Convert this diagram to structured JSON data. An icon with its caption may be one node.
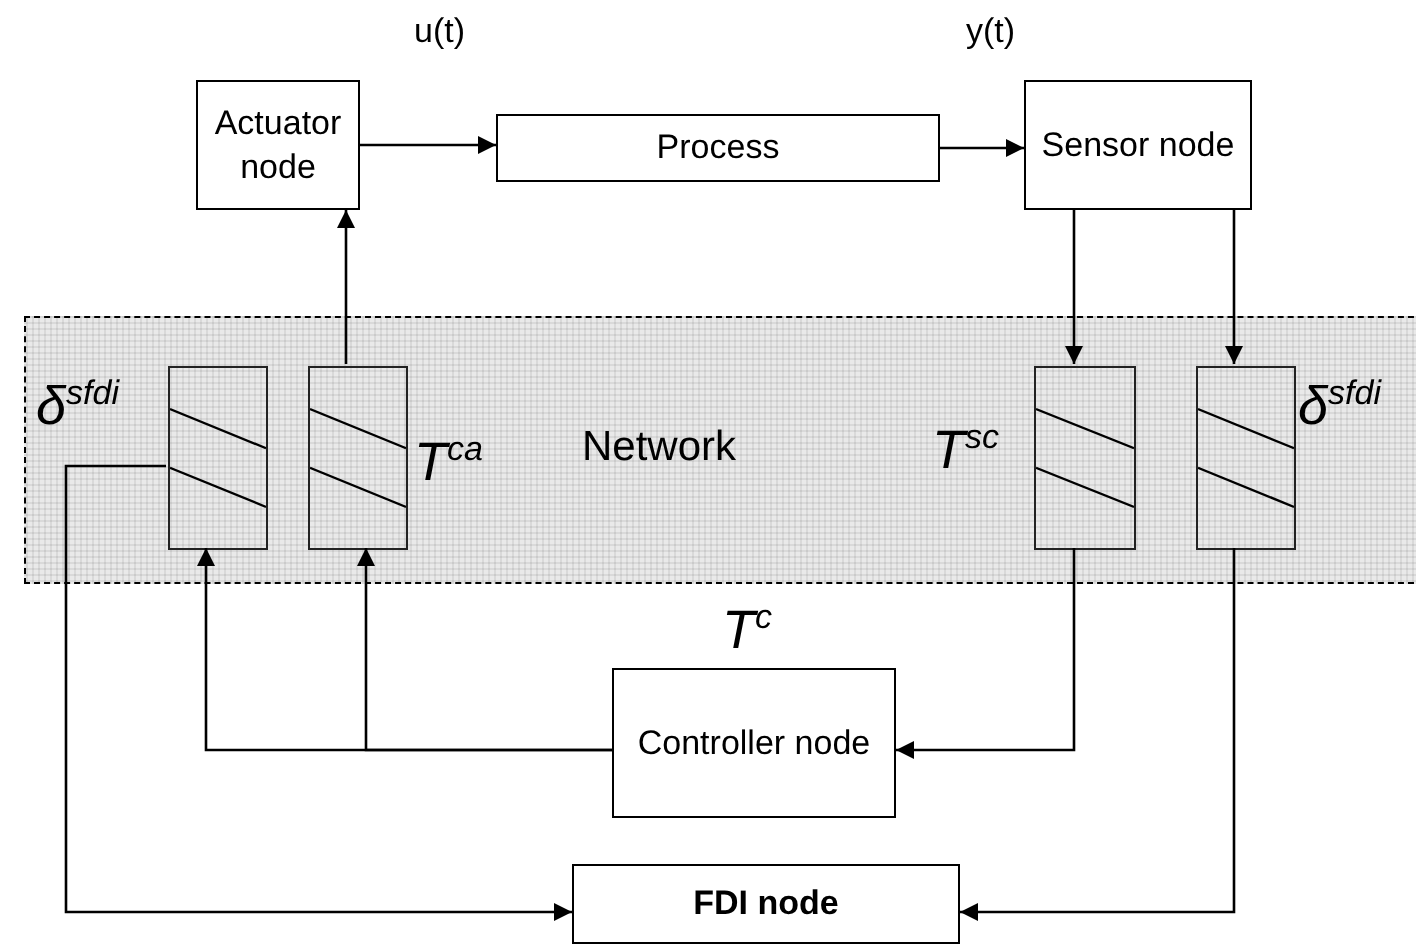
{
  "diagram": {
    "nodes": [
      {
        "text": [
          "Actuator node"
        ]
      },
      {
        "text": [
          "Process"
        ]
      },
      {
        "text": [
          "Sensor node"
        ]
      },
      {
        "text": [
          "Network"
        ]
      },
      {
        "text": [],
        "shape": "box",
        "in": 3,
        "beside": [
          "δ$^{sfdi}$"
        ]
      },
      {
        "text": [],
        "shape": "box",
        "in": 3,
        "beside": [
          "T$^{ca}$"
        ]
      },
      {
        "text": [],
        "shape": "box",
        "in": 3,
        "beside": [
          "T$^{sc}$"
        ]
      },
      {
        "text": [],
        "shape": "box",
        "in": 3,
        "beside": [
          "δ$^{sfdi}$"
        ]
      },
      {
        "text": [
          "Controller node"
        ],
        "beside": [
          "T$^{c}$"
        ]
      },
      {
        "text": [
          "FDI node"
        ]
      }
    ],
    "edges": [
      {
        "from": 0,
        "to": 1,
        "arrow": "to"
      },
      {
        "from": 1,
        "to": 2,
        "arrow": "to"
      },
      {
        "from": 2,
        "to": 6,
        "arrow": "to"
      },
      {
        "from": 2,
        "to": 7,
        "arrow": "to"
      },
      {
        "from": 5,
        "to": 0,
        "arrow": "to"
      },
      {
        "from": 8,
        "to": 4,
        "arrow": "to"
      },
      {
        "from": 8,
        "to": 5,
        "arrow": "to"
      },
      {
        "from": 6,
        "to": 8,
        "arrow": "to"
      },
      {
        "from": 4,
        "to": 9,
        "arrow": "to"
      },
      {
        "from": 7,
        "to": 9,
        "arrow": "to"
      }
    ],
    "labels": [
      "u(t)",
      "y(t)"
    ]
  }
}
